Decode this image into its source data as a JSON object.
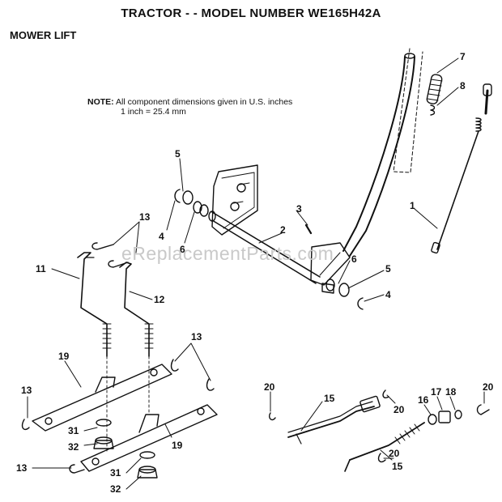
{
  "header": {
    "title": "TRACTOR - - MODEL NUMBER WE165H42A",
    "section": "MOWER LIFT"
  },
  "note": {
    "label": "NOTE:",
    "line1": "All component dimensions given in U.S. inches",
    "line2": "1 inch = 25.4 mm"
  },
  "watermark": "eReplacementParts.com",
  "callouts": [
    "7",
    "8",
    "1",
    "5",
    "6",
    "4",
    "3",
    "2",
    "6",
    "5",
    "4",
    "13",
    "11",
    "12",
    "13",
    "19",
    "13",
    "31",
    "32",
    "19",
    "13",
    "31",
    "32",
    "20",
    "15",
    "20",
    "16",
    "17",
    "18",
    "20",
    "20",
    "15"
  ]
}
